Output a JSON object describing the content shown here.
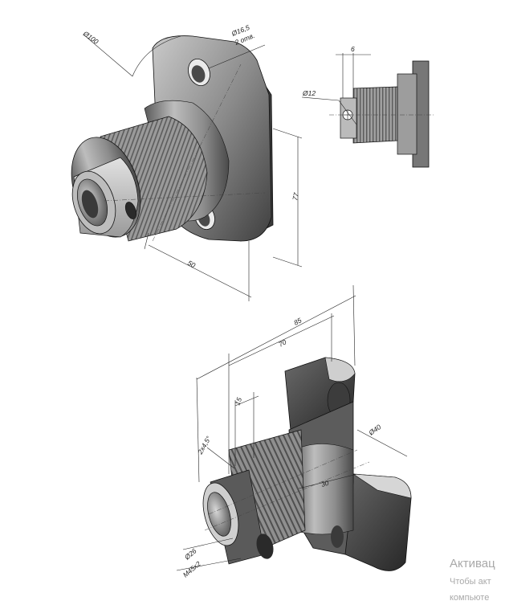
{
  "dimensions": {
    "iso_top": {
      "flange_diameter": "Ø100",
      "hole_spec_line1": "Ø16,5",
      "hole_spec_line2": "2 отв.",
      "height": "77",
      "width": "50"
    },
    "side_view": {
      "depth": "6",
      "bore_diameter": "Ø12"
    },
    "section": {
      "overall_length": "85",
      "body_length": "70",
      "thread_length": "15",
      "chamfer": "2x4,5°",
      "inner_diameter": "Ø40",
      "inner_depth": "30",
      "bore": "Ø26",
      "thread": "M45x2"
    }
  },
  "watermark": {
    "title": "Активац",
    "line1": "Чтобы акт",
    "line2": "компьюте"
  }
}
